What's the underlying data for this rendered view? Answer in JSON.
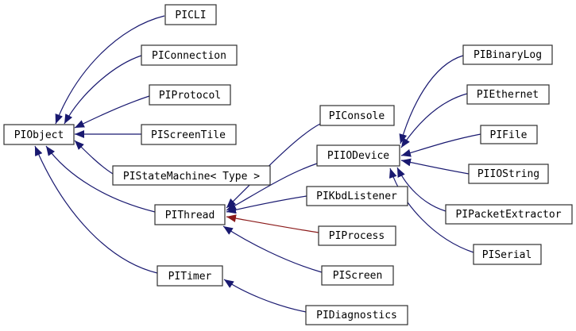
{
  "diagram": {
    "kind": "class-inheritance-graph",
    "nodes": [
      {
        "id": "PIObject",
        "label": "PIObject"
      },
      {
        "id": "PICLI",
        "label": "PICLI"
      },
      {
        "id": "PIConnection",
        "label": "PIConnection"
      },
      {
        "id": "PIProtocol",
        "label": "PIProtocol"
      },
      {
        "id": "PIScreenTile",
        "label": "PIScreenTile"
      },
      {
        "id": "PIStateMachine",
        "label": "PIStateMachine< Type >"
      },
      {
        "id": "PIThread",
        "label": "PIThread"
      },
      {
        "id": "PITimer",
        "label": "PITimer"
      },
      {
        "id": "PIConsole",
        "label": "PIConsole"
      },
      {
        "id": "PIIODevice",
        "label": "PIIODevice"
      },
      {
        "id": "PIKbdListener",
        "label": "PIKbdListener"
      },
      {
        "id": "PIProcess",
        "label": "PIProcess"
      },
      {
        "id": "PIScreen",
        "label": "PIScreen"
      },
      {
        "id": "PIDiagnostics",
        "label": "PIDiagnostics"
      },
      {
        "id": "PIBinaryLog",
        "label": "PIBinaryLog"
      },
      {
        "id": "PIEthernet",
        "label": "PIEthernet"
      },
      {
        "id": "PIFile",
        "label": "PIFile"
      },
      {
        "id": "PIIOString",
        "label": "PIIOString"
      },
      {
        "id": "PIPacketExtractor",
        "label": "PIPacketExtractor"
      },
      {
        "id": "PISerial",
        "label": "PISerial"
      }
    ],
    "edges": [
      {
        "from": "PICLI",
        "to": "PIObject",
        "relation": "public-inheritance"
      },
      {
        "from": "PIConnection",
        "to": "PIObject",
        "relation": "public-inheritance"
      },
      {
        "from": "PIProtocol",
        "to": "PIObject",
        "relation": "public-inheritance"
      },
      {
        "from": "PIScreenTile",
        "to": "PIObject",
        "relation": "public-inheritance"
      },
      {
        "from": "PIStateMachine",
        "to": "PIObject",
        "relation": "public-inheritance"
      },
      {
        "from": "PIThread",
        "to": "PIObject",
        "relation": "public-inheritance"
      },
      {
        "from": "PITimer",
        "to": "PIObject",
        "relation": "public-inheritance"
      },
      {
        "from": "PIConsole",
        "to": "PIThread",
        "relation": "public-inheritance"
      },
      {
        "from": "PIIODevice",
        "to": "PIThread",
        "relation": "public-inheritance"
      },
      {
        "from": "PIKbdListener",
        "to": "PIThread",
        "relation": "public-inheritance"
      },
      {
        "from": "PIProcess",
        "to": "PIThread",
        "relation": "private-inheritance"
      },
      {
        "from": "PIScreen",
        "to": "PIThread",
        "relation": "public-inheritance"
      },
      {
        "from": "PIDiagnostics",
        "to": "PITimer",
        "relation": "public-inheritance"
      },
      {
        "from": "PIBinaryLog",
        "to": "PIIODevice",
        "relation": "public-inheritance"
      },
      {
        "from": "PIEthernet",
        "to": "PIIODevice",
        "relation": "public-inheritance"
      },
      {
        "from": "PIFile",
        "to": "PIIODevice",
        "relation": "public-inheritance"
      },
      {
        "from": "PIIOString",
        "to": "PIIODevice",
        "relation": "public-inheritance"
      },
      {
        "from": "PIPacketExtractor",
        "to": "PIIODevice",
        "relation": "public-inheritance"
      },
      {
        "from": "PISerial",
        "to": "PIIODevice",
        "relation": "public-inheritance"
      }
    ],
    "colors": {
      "public_edge": "#191970",
      "private_edge": "#8b1a1a",
      "node_border": "#2f2f2f",
      "node_fill": "#ffffff",
      "label_text": "#000000",
      "background": "#ffffff"
    }
  }
}
